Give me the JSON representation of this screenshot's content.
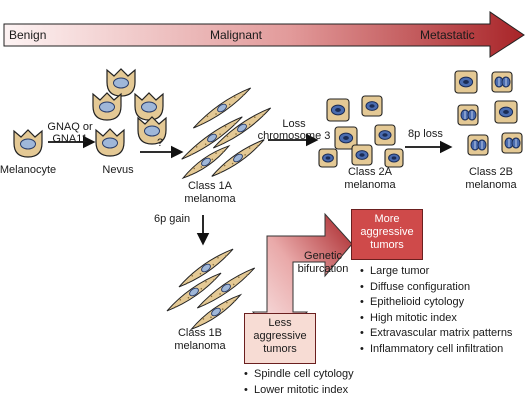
{
  "progression": {
    "stages": [
      "Benign",
      "Malignant",
      "Metastatic"
    ]
  },
  "nodes": {
    "melanocyte": "Melanocyte",
    "nevus": "Nevus",
    "class_1a": [
      "Class 1A",
      "melanoma"
    ],
    "class_2a": [
      "Class 2A",
      "melanoma"
    ],
    "class_2b": [
      "Class 2B",
      "melanoma"
    ],
    "class_1b": [
      "Class 1B",
      "melanoma"
    ]
  },
  "transitions": {
    "gnaq": [
      "GNAQ or",
      "GNA11"
    ],
    "unknown": "?",
    "loss_chr3": [
      "Loss",
      "chromosome 3"
    ],
    "loss_8p": "8p loss",
    "gain_6p": "6p gain",
    "bifurcation": [
      "Genetic",
      "bifurcation"
    ]
  },
  "outcomes": {
    "more": {
      "title": [
        "More",
        "aggressive",
        "tumors"
      ],
      "features": [
        "Large tumor",
        "Diffuse configuration",
        "Epithelioid cytology",
        "High mitotic index",
        "Extravascular matrix patterns",
        "Inflammatory cell infiltration"
      ]
    },
    "less": {
      "title": [
        "Less",
        "aggressive",
        "tumors"
      ],
      "features": [
        "Spindle cell cytology",
        "Lower mitotic index"
      ]
    }
  },
  "colors": {
    "arrow_dark": "#a82428",
    "arrow_light": "#fbeeee",
    "cell_fill": "#e4c995",
    "nucleus_fill": "#4a6cb0",
    "more_box": "#cf4a4a",
    "less_box": "#f7dcd4"
  }
}
